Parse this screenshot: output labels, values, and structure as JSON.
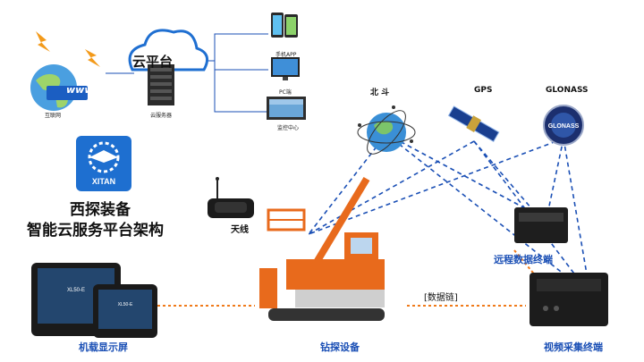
{
  "cloud": {
    "title": "云平台",
    "internet_label": "互联网",
    "server_label": "云服务器",
    "internet_text": "www"
  },
  "clients": [
    {
      "name": "phone-app",
      "label": "手机APP"
    },
    {
      "name": "pc",
      "label": "PC端"
    },
    {
      "name": "monitor-center",
      "label": "监控中心"
    }
  ],
  "satellites": [
    {
      "name": "beidou",
      "label": "北 斗"
    },
    {
      "name": "gps",
      "label": "GPS"
    },
    {
      "name": "glonass",
      "label": "GLONASS",
      "logo_text": "GLONASS"
    }
  ],
  "brand": {
    "logo_text": "XITAN",
    "title_line1": "西探装备",
    "title_line2": "智能云服务平台架构"
  },
  "devices": {
    "antenna": "天线",
    "remote_terminal": "远程数据终端",
    "data_link": "[数据链]",
    "display": "机载显示屏",
    "drill": "钻探设备",
    "video_terminal": "视频采集终端",
    "display_model": "XL50-E"
  },
  "colors": {
    "blue_line": "#1a4fb5",
    "orange_line": "#f07a1a",
    "accent_blue": "#1f6fd1",
    "drill_orange": "#e86a1c"
  }
}
